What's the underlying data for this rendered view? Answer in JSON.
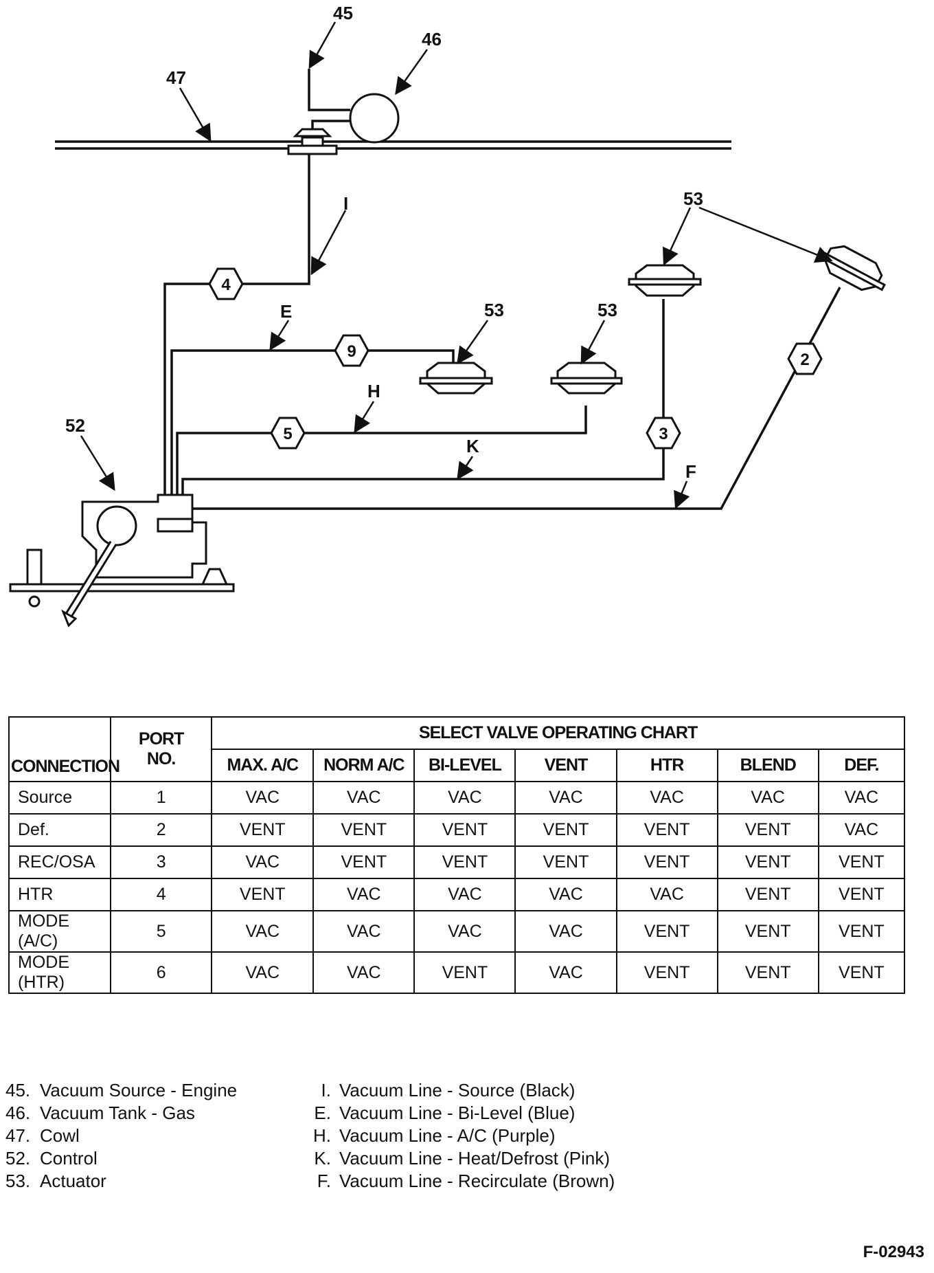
{
  "diagram": {
    "callouts": {
      "c45": "45",
      "c46": "46",
      "c47": "47",
      "c52": "52",
      "c53a": "53",
      "c53b": "53",
      "c53c": "53"
    },
    "line_letters": {
      "I": "I",
      "E": "E",
      "H": "H",
      "K": "K",
      "F": "F"
    },
    "ports": {
      "p2": "2",
      "p3": "3",
      "p4": "4",
      "p5": "5",
      "p9": "9"
    }
  },
  "chart": {
    "title": "SELECT VALVE OPERATING CHART",
    "connection_header": "CONNECTION",
    "port_header_line1": "PORT",
    "port_header_line2": "NO.",
    "columns": [
      "MAX. A/C",
      "NORM A/C",
      "BI-LEVEL",
      "VENT",
      "HTR",
      "BLEND",
      "DEF."
    ],
    "rows": [
      {
        "connection": "Source",
        "port": "1",
        "values": [
          "VAC",
          "VAC",
          "VAC",
          "VAC",
          "VAC",
          "VAC",
          "VAC"
        ]
      },
      {
        "connection": "Def.",
        "port": "2",
        "values": [
          "VENT",
          "VENT",
          "VENT",
          "VENT",
          "VENT",
          "VENT",
          "VAC"
        ]
      },
      {
        "connection": "REC/OSA",
        "port": "3",
        "values": [
          "VAC",
          "VENT",
          "VENT",
          "VENT",
          "VENT",
          "VENT",
          "VENT"
        ]
      },
      {
        "connection": "HTR",
        "port": "4",
        "values": [
          "VENT",
          "VAC",
          "VAC",
          "VAC",
          "VAC",
          "VENT",
          "VENT"
        ]
      },
      {
        "connection": "MODE (A/C)",
        "port": "5",
        "values": [
          "VAC",
          "VAC",
          "VAC",
          "VAC",
          "VENT",
          "VENT",
          "VENT"
        ]
      },
      {
        "connection": "MODE (HTR)",
        "port": "6",
        "values": [
          "VAC",
          "VAC",
          "VENT",
          "VAC",
          "VENT",
          "VENT",
          "VENT"
        ]
      }
    ]
  },
  "legend_left": [
    {
      "key": "45.",
      "text": "Vacuum Source - Engine"
    },
    {
      "key": "46.",
      "text": "Vacuum Tank - Gas"
    },
    {
      "key": "47.",
      "text": "Cowl"
    },
    {
      "key": "52.",
      "text": "Control"
    },
    {
      "key": "53.",
      "text": "Actuator"
    }
  ],
  "legend_right": [
    {
      "key": "I.",
      "text": "Vacuum Line - Source (Black)"
    },
    {
      "key": "E.",
      "text": "Vacuum Line - Bi-Level (Blue)"
    },
    {
      "key": "H.",
      "text": "Vacuum Line - A/C (Purple)"
    },
    {
      "key": "K.",
      "text": "Vacuum Line - Heat/Defrost (Pink)"
    },
    {
      "key": "F.",
      "text": "Vacuum Line - Recirculate (Brown)"
    }
  ],
  "figure_id": "F-02943"
}
